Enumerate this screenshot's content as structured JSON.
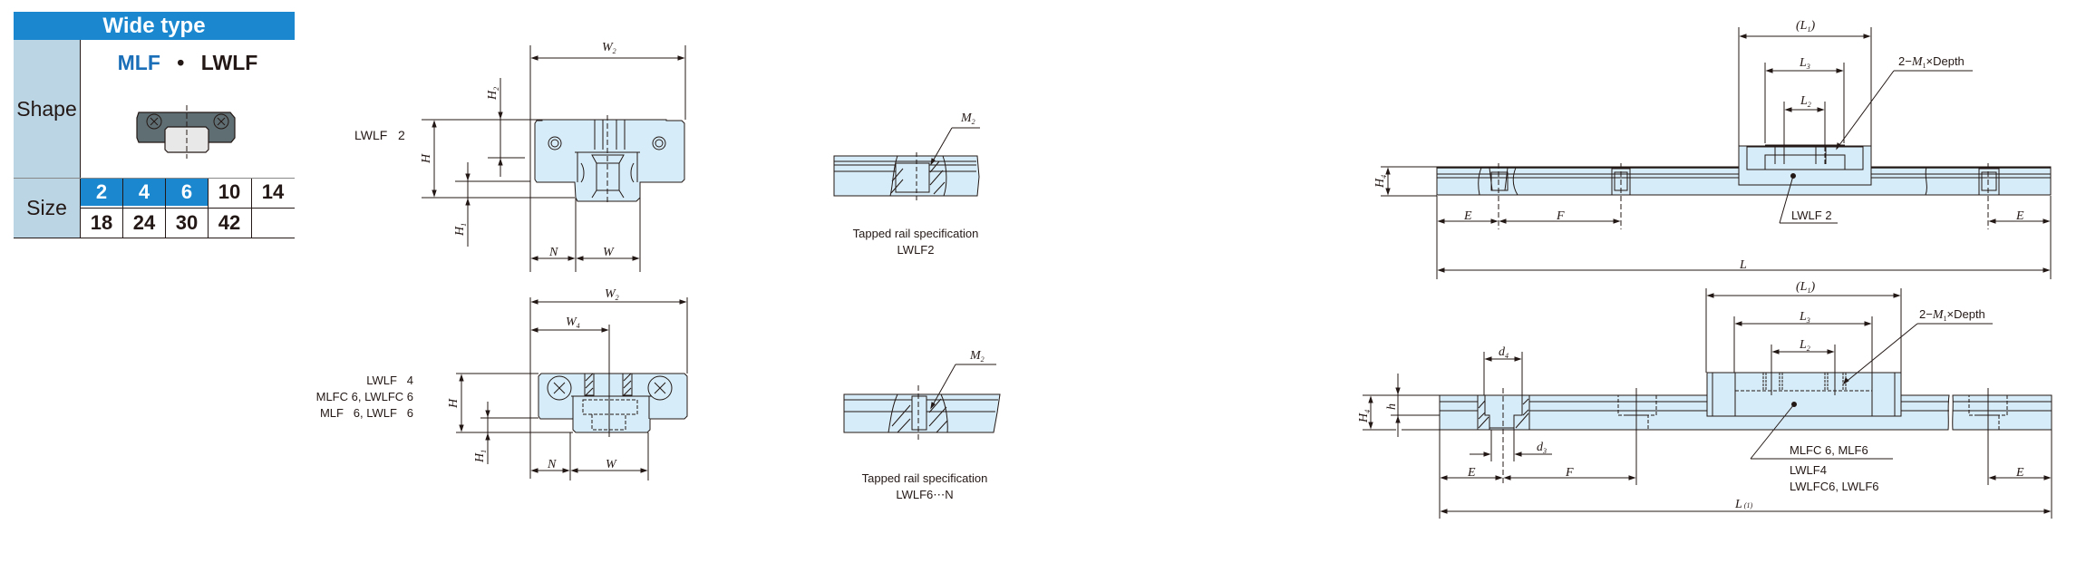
{
  "spec_table": {
    "header": "Wide type",
    "shape_label": "Shape",
    "shape_title_primary": "MLF",
    "shape_title_separator": "•",
    "shape_title_secondary": "LWLF",
    "size_label": "Size",
    "sizes_row1": [
      "2",
      "4",
      "6",
      "10",
      "14"
    ],
    "sizes_row2": [
      "18",
      "24",
      "30",
      "42",
      ""
    ],
    "highlighted_sizes": [
      "2",
      "4",
      "6"
    ],
    "colors": {
      "header_bg": "#1a87cf",
      "label_bg": "#bcd5e4",
      "title_blue": "#1a6fb8",
      "part_fill": "#d6ecf8",
      "icon_block": "#5f6e72",
      "icon_rail": "#e8e8e8"
    }
  },
  "front_view_1": {
    "model_label": "LWLF   2",
    "dims": {
      "W2": "W",
      "W2_sub": "2",
      "H": "H",
      "H1": "H",
      "H1_sub": "1",
      "H2": "H",
      "H2_sub": "2",
      "N": "N",
      "W": "W"
    }
  },
  "front_view_2": {
    "model_labels": [
      "LWLF   4",
      "MLFC 6, LWLFC 6",
      "MLF   6, LWLF   6"
    ],
    "dims": {
      "W2": "W",
      "W2_sub": "2",
      "W4": "W",
      "W4_sub": "4",
      "H": "H",
      "H1": "H",
      "H1_sub": "1",
      "N": "N",
      "W": "W"
    }
  },
  "tapped_rail_1": {
    "callout": "M",
    "callout_sub": "2",
    "caption_line1": "Tapped rail specification",
    "caption_line2": "LWLF2"
  },
  "tapped_rail_2": {
    "callout": "M",
    "callout_sub": "2",
    "caption_line1": "Tapped rail specification",
    "caption_line2": "LWLF6⋯N"
  },
  "side_view_1": {
    "dims": {
      "L1": "(L",
      "L1_sub": "1",
      "L1_close": ")",
      "L3": "L",
      "L3_sub": "3",
      "L2": "L",
      "L2_sub": "2",
      "H4": "H",
      "H4_sub": "4",
      "E": "E",
      "F": "F",
      "L": "L"
    },
    "thread_note_prefix": "2−",
    "thread_note_m": "M",
    "thread_note_sub": "1",
    "thread_note_suffix": "×Depth",
    "model_callout": "LWLF 2"
  },
  "side_view_2": {
    "dims": {
      "L1": "(L",
      "L1_sub": "1",
      "L1_close": ")",
      "L3": "L",
      "L3_sub": "3",
      "L2": "L",
      "L2_sub": "2",
      "H4": "H",
      "H4_sub": "4",
      "h": "h",
      "d4": "d",
      "d4_sub": "4",
      "d3": "d",
      "d3_sub": "3",
      "E": "E",
      "F": "F",
      "L": "L",
      "L_note": "(1)"
    },
    "thread_note_prefix": "2−",
    "thread_note_m": "M",
    "thread_note_sub": "1",
    "thread_note_suffix": "×Depth",
    "model_callout_line1": "MLFC 6, MLF6",
    "model_callout_line2": "LWLF4",
    "model_callout_line3": "LWLFC6, LWLF6"
  }
}
